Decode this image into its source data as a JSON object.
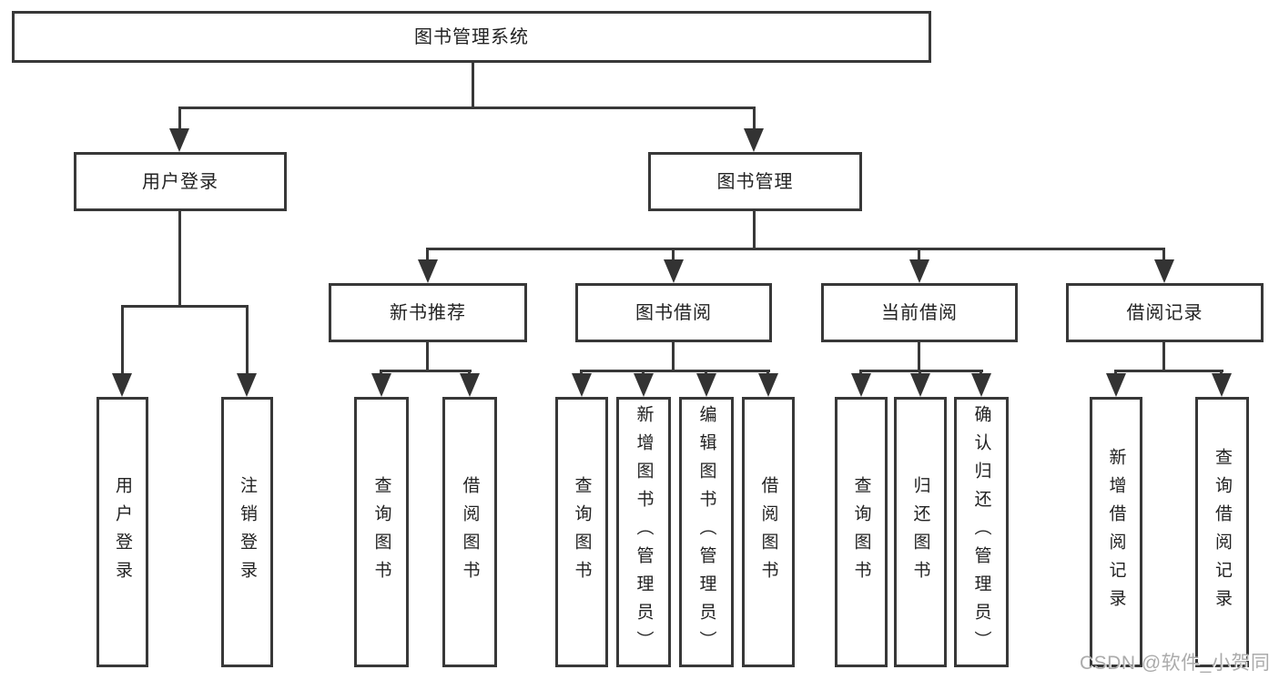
{
  "root": {
    "label": "图书管理系统"
  },
  "level2": [
    {
      "label": "用户登录"
    },
    {
      "label": "图书管理"
    }
  ],
  "level3": [
    {
      "label": "新书推荐"
    },
    {
      "label": "图书借阅"
    },
    {
      "label": "当前借阅"
    },
    {
      "label": "借阅记录"
    }
  ],
  "leaves": [
    {
      "group": "用户登录",
      "label": "用户登录"
    },
    {
      "group": "用户登录",
      "label": "注销登录"
    },
    {
      "group": "新书推荐",
      "label": "查询图书"
    },
    {
      "group": "新书推荐",
      "label": "借阅图书"
    },
    {
      "group": "图书借阅",
      "label": "查询图书"
    },
    {
      "group": "图书借阅",
      "label": "新增图书（管理员）"
    },
    {
      "group": "图书借阅",
      "label": "编辑图书（管理员）"
    },
    {
      "group": "图书借阅",
      "label": "借阅图书"
    },
    {
      "group": "当前借阅",
      "label": "查询图书"
    },
    {
      "group": "当前借阅",
      "label": "归还图书"
    },
    {
      "group": "当前借阅",
      "label": "确认归还（管理员）"
    },
    {
      "group": "借阅记录",
      "label": "新增借阅记录"
    },
    {
      "group": "借阅记录",
      "label": "查询借阅记录"
    }
  ],
  "watermark": {
    "text": "CSDN @软件_小贺同学"
  },
  "colors": {
    "line": "#383838",
    "box_border": "#383838",
    "text": "#222222",
    "watermark": "#ababab",
    "background": "#ffffff"
  }
}
